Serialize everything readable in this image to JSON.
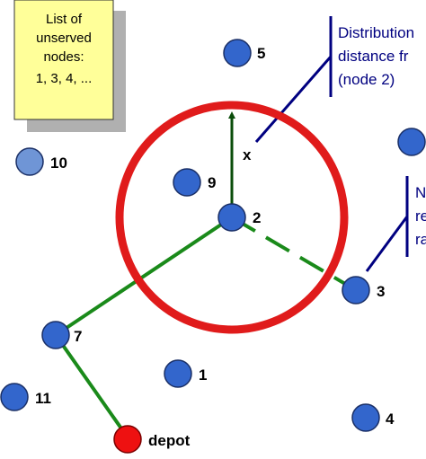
{
  "note": {
    "lines": [
      "List of",
      "unserved",
      "nodes:",
      "1, 3, 4, ..."
    ]
  },
  "distribution_callout": {
    "lines": [
      "Distribution",
      "distance fr",
      "(node 2)"
    ]
  },
  "neighborhood_callout": {
    "lines": [
      "N",
      "re",
      "ra"
    ]
  },
  "distance_label": "x",
  "nodes": [
    {
      "id": "5",
      "label": "5"
    },
    {
      "id": "10",
      "label": "10"
    },
    {
      "id": "9",
      "label": "9"
    },
    {
      "id": "2",
      "label": "2"
    },
    {
      "id": "3",
      "label": "3"
    },
    {
      "id": "7",
      "label": "7"
    },
    {
      "id": "1",
      "label": "1"
    },
    {
      "id": "11",
      "label": "11"
    },
    {
      "id": "4",
      "label": "4"
    },
    {
      "id": "depot",
      "label": "depot"
    }
  ],
  "colors": {
    "node_fill": "#3366cc",
    "node_fill_light": "#6f95d6",
    "node_stroke": "#1a2f66",
    "depot_fill": "#ee1111",
    "route": "#1a8a1a",
    "radius_arrow": "#0a4d0a",
    "circle": "#e01b1b",
    "note_fill": "#ffff99",
    "note_shadow": "#b0b0b0",
    "callout_line": "#000080"
  }
}
